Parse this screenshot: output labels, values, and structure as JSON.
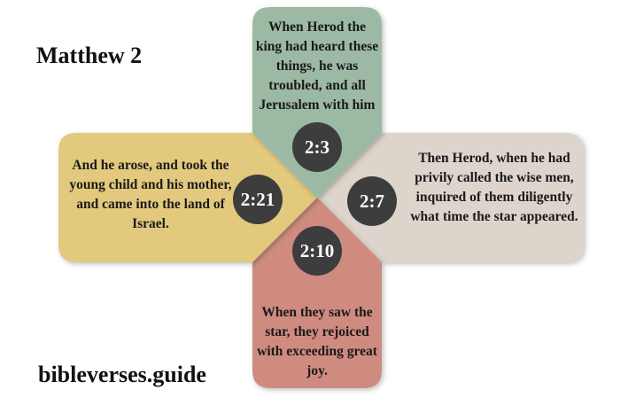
{
  "title": "Matthew 2",
  "footer": "bibleverses.guide",
  "colors": {
    "top": "#9cb9a3",
    "left": "#e2c97d",
    "right": "#ddd5cc",
    "bottom": "#cf8b80",
    "badge": "#3d3d3d"
  },
  "cards": {
    "top": {
      "ref": "2:3",
      "text": "When Herod the king had heard these things, he was troubled, and all Jerusalem with him"
    },
    "right": {
      "ref": "2:7",
      "text": "Then Herod, when he had privily called the wise men, inquired of them diligently what time the star appeared."
    },
    "bottom": {
      "ref": "2:10",
      "text": "When they saw the star, they rejoiced with exceeding great joy."
    },
    "left": {
      "ref": "2:21",
      "text": "And he arose, and took the young child and his mother, and came into the land of Israel."
    }
  }
}
